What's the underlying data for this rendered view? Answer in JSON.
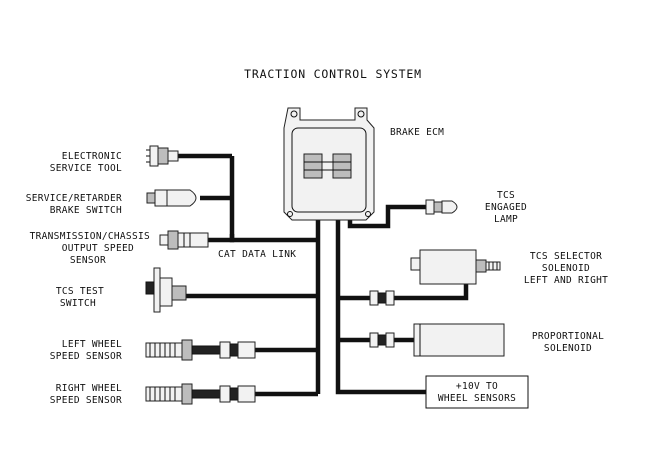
{
  "title": "TRACTION CONTROL SYSTEM",
  "labels": {
    "brake_ecm": "BRAKE ECM",
    "electronic_service_tool": [
      "ELECTRONIC",
      "SERVICE TOOL"
    ],
    "service_retarder_switch": [
      "SERVICE/RETARDER",
      "BRAKE SWITCH"
    ],
    "transmission_sensor": [
      "TRANSMISSION/CHASSIS",
      "OUTPUT SPEED",
      "SENSOR"
    ],
    "cat_data_link": "CAT DATA LINK",
    "tcs_test_switch": [
      "TCS TEST",
      "SWITCH"
    ],
    "left_wheel_sensor": [
      "LEFT WHEEL",
      "SPEED SENSOR"
    ],
    "right_wheel_sensor": [
      "RIGHT WHEEL",
      "SPEED SENSOR"
    ],
    "tcs_engaged_lamp": [
      "TCS",
      "ENGAGED",
      "LAMP"
    ],
    "tcs_selector_solenoid": [
      "TCS SELECTOR",
      "SOLENOID",
      "LEFT AND RIGHT"
    ],
    "proportional_solenoid": [
      "PROPORTIONAL",
      "SOLENOID"
    ],
    "wheel_sensor_supply": [
      "+10V TO",
      "WHEEL SENSORS"
    ]
  },
  "icons": [
    "ecm-module-icon",
    "service-tool-connector-icon",
    "brake-switch-icon",
    "speed-sensor-icon",
    "toggle-switch-icon",
    "wheel-sensor-icon",
    "lamp-icon",
    "solenoid-icon",
    "inline-connector-icon"
  ]
}
